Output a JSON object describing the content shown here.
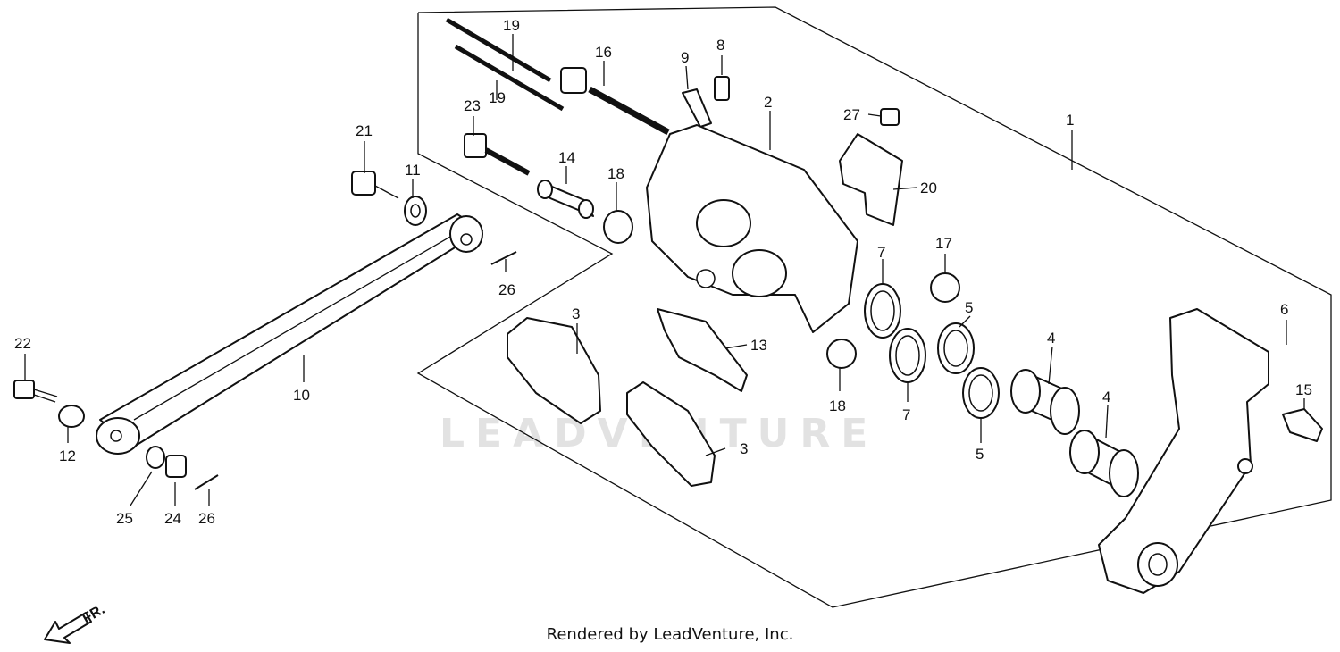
{
  "watermark": "LEADVENTURE",
  "footer": "Rendered by LeadVenture, Inc.",
  "direction_label": "FR.",
  "callouts": [
    "1",
    "2",
    "3",
    "3",
    "4",
    "4",
    "5",
    "5",
    "6",
    "7",
    "7",
    "8",
    "9",
    "10",
    "11",
    "12",
    "13",
    "14",
    "15",
    "16",
    "17",
    "18",
    "18",
    "19",
    "19",
    "20",
    "21",
    "22",
    "23",
    "24",
    "25",
    "26",
    "26",
    "27"
  ],
  "colors": {
    "line": "#111111",
    "background": "#ffffff",
    "watermark": "#e2e2e2"
  }
}
